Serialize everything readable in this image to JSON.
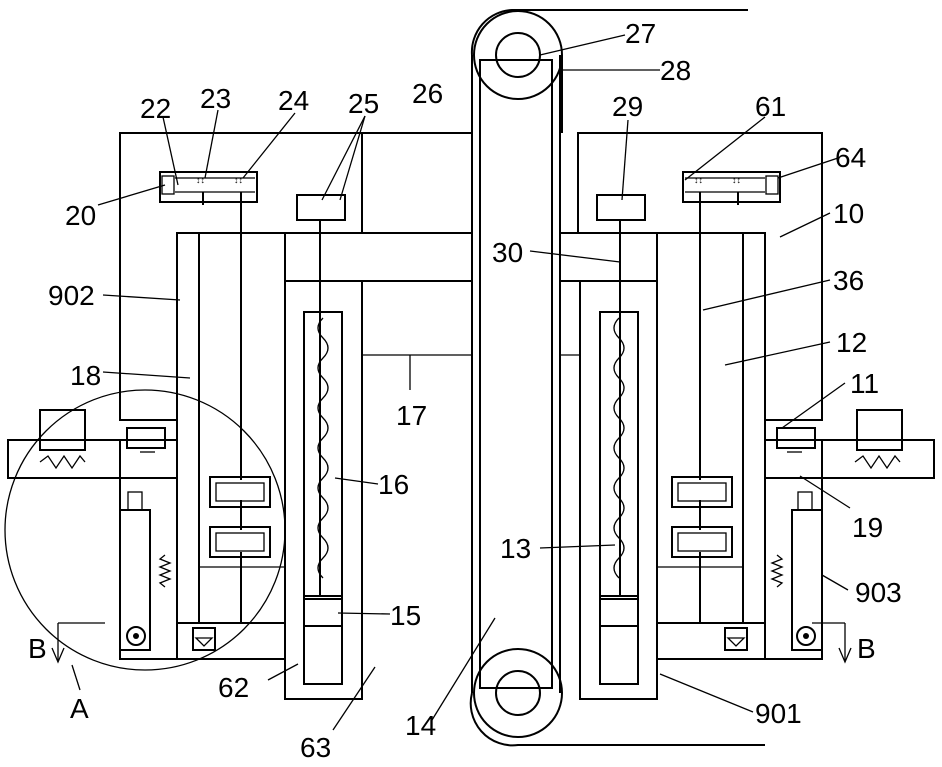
{
  "figure": {
    "labels": {
      "l10": "10",
      "l11": "11",
      "l12": "12",
      "l13": "13",
      "l14": "14",
      "l15": "15",
      "l16": "16",
      "l17": "17",
      "l18": "18",
      "l19": "19",
      "l20": "20",
      "l22": "22",
      "l23": "23",
      "l24": "24",
      "l25": "25",
      "l26": "26",
      "l27": "27",
      "l28": "28",
      "l29": "29",
      "l30": "30",
      "l36": "36",
      "l61": "61",
      "l62": "62",
      "l63": "63",
      "l64": "64",
      "l901": "901",
      "l902": "902",
      "l903": "903",
      "lA": "A",
      "lB_left": "B",
      "lB_right": "B"
    }
  }
}
